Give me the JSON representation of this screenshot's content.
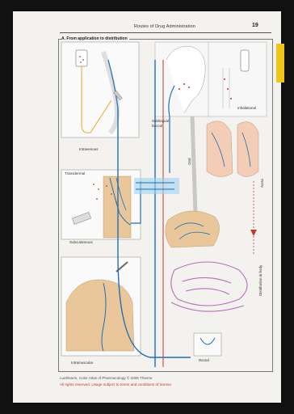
{
  "header": {
    "running_title": "Routes of Drug Administration",
    "page_number": "19"
  },
  "figure": {
    "section_title": "A. From application to distribution",
    "labels": {
      "intravenous": "Intravenous",
      "transdermal": "Transdermal",
      "subcutaneous": "Subcutaneous",
      "intramuscular": "Intramuscular",
      "sublingual": "Sublingual",
      "buccal": "buccal",
      "inhalational": "Inhalational",
      "oral": "Oral",
      "aorta": "Aorta",
      "rectal": "Rectal",
      "distribution": "Distribution in body"
    }
  },
  "footer": {
    "credit": "Luellmann, Color Atlas of Pharmacology © 2005 Thieme",
    "rights": "All rights reserved. Usage subject to terms and conditions of license."
  },
  "colors": {
    "tab": "#f0c419",
    "vessel_blue": "#1f6fb5",
    "vessel_red": "#c0392b",
    "skin": "#e9c79a",
    "intestine": "#b46fb8"
  }
}
